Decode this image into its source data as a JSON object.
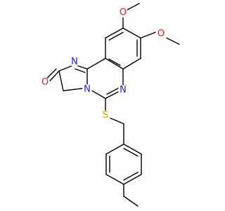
{
  "molecule": {
    "atoms": {
      "n1": {
        "label": "N",
        "color": "#1f1fe6"
      },
      "o_carbonyl": {
        "label": "O",
        "color": "#e61f1f"
      },
      "n_bridge": {
        "label": "N",
        "color": "#1f1fe6"
      },
      "n3": {
        "label": "N",
        "color": "#1f1fe6"
      },
      "s": {
        "label": "S",
        "color": "#b3b300"
      },
      "o_methoxy_top": {
        "label": "O",
        "color": "#e61f1f"
      },
      "o_methoxy_right": {
        "label": "O",
        "color": "#e61f1f"
      }
    },
    "bond_color": "#000000"
  }
}
